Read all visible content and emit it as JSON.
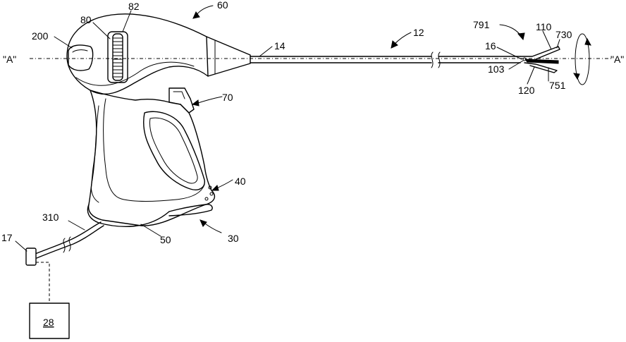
{
  "figure": {
    "axis_label_left": "\"A\"",
    "axis_label_right": "\"A\"",
    "ref_numerals": {
      "n200": "200",
      "n80": "80",
      "n82": "82",
      "n60": "60",
      "n12": "12",
      "n14": "14",
      "n791": "791",
      "n110": "110",
      "n730": "730",
      "n16": "16",
      "n103": "103",
      "n120": "120",
      "n751": "751",
      "n70": "70",
      "n40": "40",
      "n310": "310",
      "n17": "17",
      "n50": "50",
      "n30": "30",
      "n28": "28"
    }
  }
}
